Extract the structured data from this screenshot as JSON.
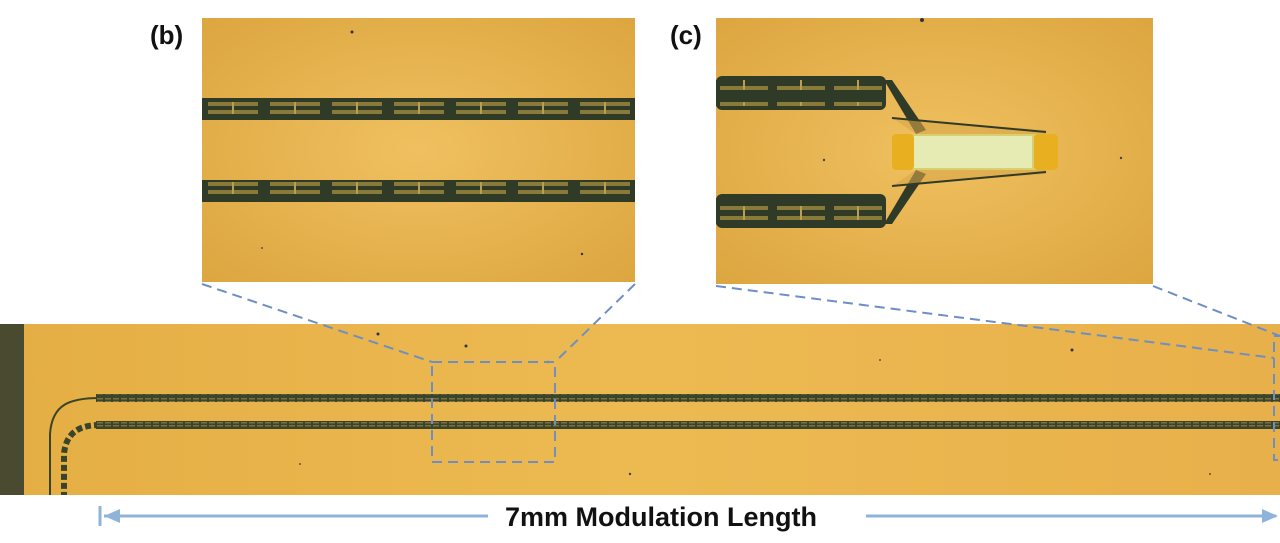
{
  "labels": {
    "b": "(b)",
    "c": "(c)"
  },
  "caption": "7mm Modulation Length",
  "colors": {
    "gold": "#e8b24a",
    "waveguide": "#2c3a24",
    "dashed_box": "#6d8fc4",
    "arrow": "#8fb3d9"
  }
}
